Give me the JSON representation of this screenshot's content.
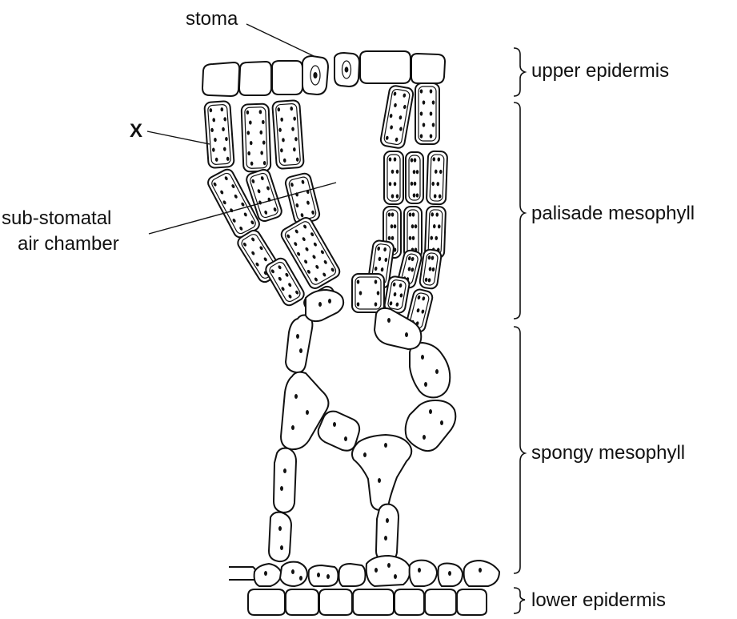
{
  "labels": {
    "stoma": "stoma",
    "x_marker": "X",
    "sub_stomatal_line1": "sub-stomatal",
    "sub_stomatal_line2": "air chamber"
  },
  "tissue_layers": [
    {
      "id": "upper-epidermis",
      "label": "upper epidermis"
    },
    {
      "id": "palisade-mesophyll",
      "label": "palisade mesophyll"
    },
    {
      "id": "spongy-mesophyll",
      "label": "spongy mesophyll"
    },
    {
      "id": "lower-epidermis",
      "label": "lower epidermis"
    }
  ],
  "colors": {
    "ink": "#111111",
    "background": "#ffffff"
  }
}
